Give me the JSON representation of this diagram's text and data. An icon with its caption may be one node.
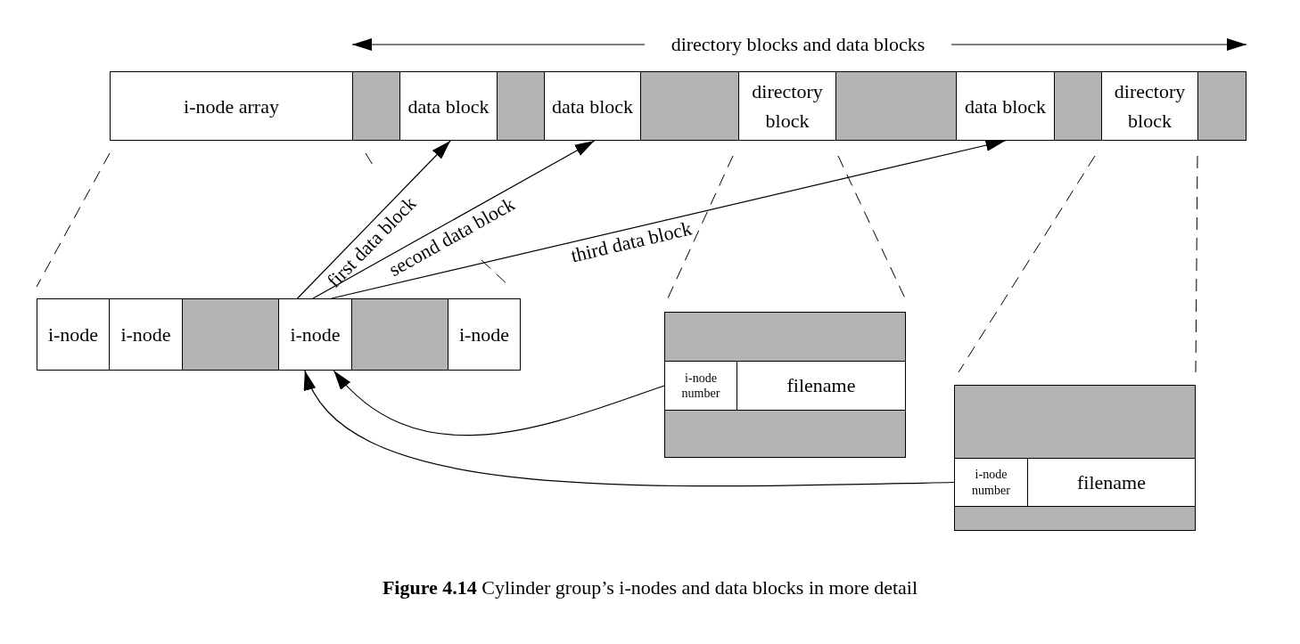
{
  "diagram": {
    "caption": "**Figure 4.14**  Cylinder group’s i-nodes and data blocks in more detail",
    "nodes": [
      {
        "text": [
          "i-node array"
        ]
      },
      {
        "text": [],
        "shape": "box"
      },
      {
        "text": [
          "data block"
        ]
      },
      {
        "text": [],
        "shape": "box"
      },
      {
        "text": [
          "data block"
        ]
      },
      {
        "text": [],
        "shape": "box"
      },
      {
        "text": [
          "directory block"
        ]
      },
      {
        "text": [],
        "shape": "box"
      },
      {
        "text": [
          "data block"
        ]
      },
      {
        "text": [],
        "shape": "box"
      },
      {
        "text": [
          "directory block"
        ]
      },
      {
        "text": [],
        "shape": "box"
      },
      {
        "text": [
          "i-node"
        ]
      },
      {
        "text": [
          "i-node"
        ]
      },
      {
        "text": [],
        "shape": "box"
      },
      {
        "text": [
          "i-node"
        ]
      },
      {
        "text": [],
        "shape": "box"
      },
      {
        "text": [
          "i-node"
        ]
      },
      {
        "text": [],
        "shape": "box"
      },
      {
        "text": [],
        "shape": "box",
        "in": 18
      },
      {
        "text": [
          "i-node number"
        ],
        "in": 18
      },
      {
        "text": [
          "filename"
        ],
        "in": 18
      },
      {
        "text": [],
        "shape": "box",
        "in": 18
      },
      {
        "text": [],
        "shape": "box"
      },
      {
        "text": [],
        "shape": "box",
        "in": 23
      },
      {
        "text": [
          "i-node number"
        ],
        "in": 23
      },
      {
        "text": [
          "filename"
        ],
        "in": 23
      },
      {
        "text": [],
        "shape": "box",
        "in": 23
      }
    ],
    "edges": [
      {
        "from": 15,
        "to": 2,
        "arrow": "to",
        "label": "first data block"
      },
      {
        "from": 15,
        "to": 4,
        "arrow": "to",
        "label": "second data block"
      },
      {
        "from": 15,
        "to": 8,
        "arrow": "to",
        "label": "third data block"
      },
      {
        "from": 20,
        "to": 15,
        "arrow": "to"
      },
      {
        "from": 25,
        "to": 15,
        "arrow": "to"
      }
    ],
    "labels": [
      "directory blocks and data blocks"
    ]
  }
}
